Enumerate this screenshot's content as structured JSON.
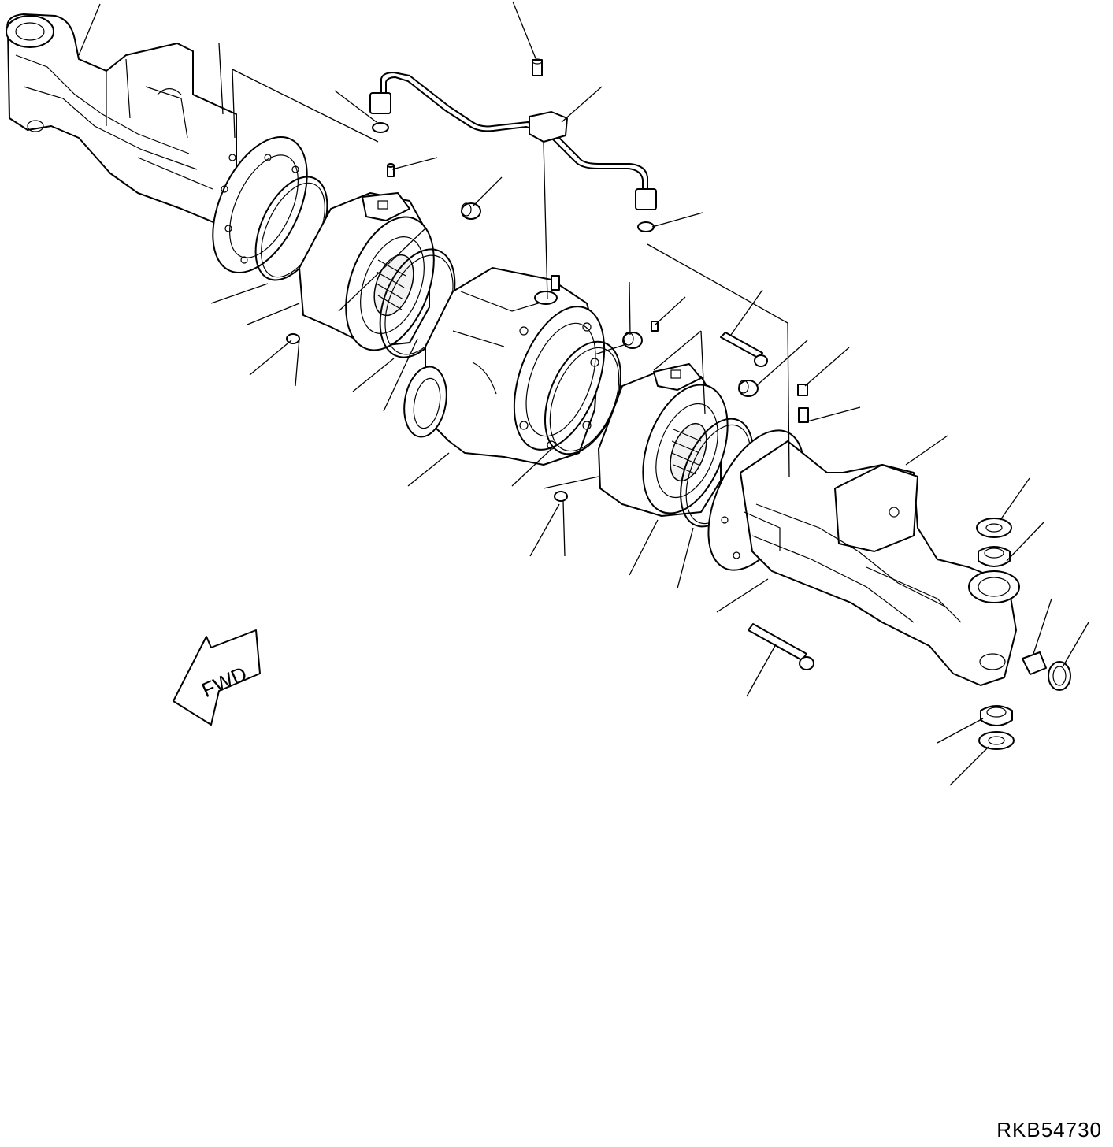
{
  "drawing": {
    "code": "RKB54730",
    "direction_label": "FWD"
  },
  "parts": [
    {
      "name": "left-axle-housing"
    },
    {
      "name": "left-brake-housing"
    },
    {
      "name": "differential-housing"
    },
    {
      "name": "right-brake-housing"
    },
    {
      "name": "right-axle-housing"
    },
    {
      "name": "brake-tube"
    },
    {
      "name": "o-rings"
    },
    {
      "name": "bolts"
    },
    {
      "name": "bearings"
    }
  ],
  "colors": {
    "line": "#000000",
    "background": "#ffffff"
  }
}
